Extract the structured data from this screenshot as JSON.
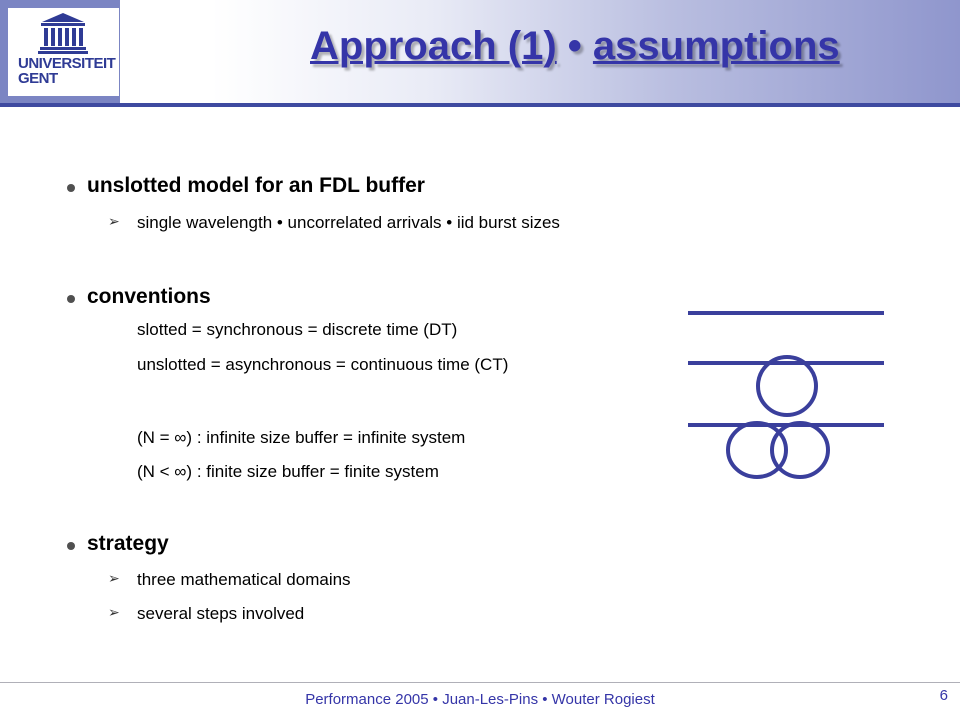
{
  "header": {
    "title_part1": "Approach (1)",
    "title_sep": " • ",
    "title_part2": "assumptions",
    "logo_line1": "UNIVERSITEIT",
    "logo_line2": "GENT"
  },
  "content": {
    "s1": {
      "heading": "unslotted model for an FDL buffer",
      "sub": [
        "single wavelength • uncorrelated arrivals • iid burst sizes"
      ]
    },
    "s2": {
      "heading": "conventions",
      "lines": [
        "slotted = synchronous = discrete time (DT)",
        "unslotted = asynchronous = continuous time (CT)",
        "(N = ∞) : infinite size buffer = infinite system",
        "(N < ∞) : finite size buffer = finite system"
      ]
    },
    "s3": {
      "heading": "strategy",
      "sub": [
        "three mathematical domains",
        "several steps involved"
      ]
    }
  },
  "footer": {
    "text": "Performance 2005 • Juan-Les-Pins • Wouter Rogiest",
    "page": "6"
  },
  "colors": {
    "accent": "#3535a8",
    "diagram": "#3a3f9c"
  },
  "icons": {
    "logo": "university-building-icon",
    "bullet": "round-bullet-icon",
    "sub_bullet": "arrowhead-bullet-icon"
  }
}
